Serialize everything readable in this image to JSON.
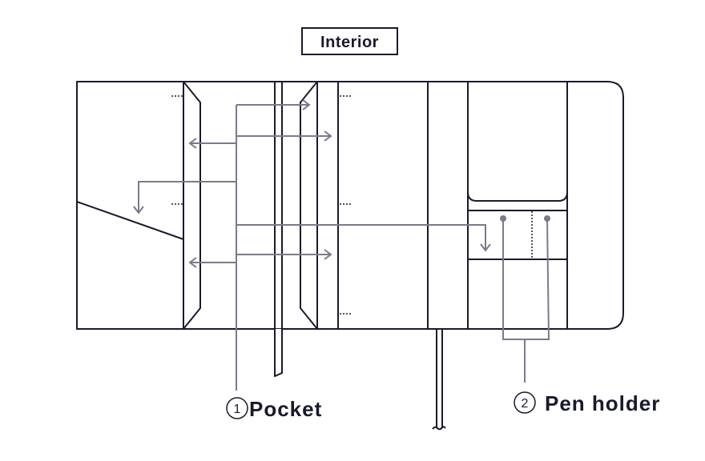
{
  "title": "Interior",
  "labels": {
    "pocket": {
      "number": "1",
      "text": "Pocket"
    },
    "pen_holder": {
      "number": "2",
      "text": "Pen holder"
    }
  },
  "colors": {
    "outline": "#1a1a2e",
    "annotation": "#7a7a8c"
  }
}
